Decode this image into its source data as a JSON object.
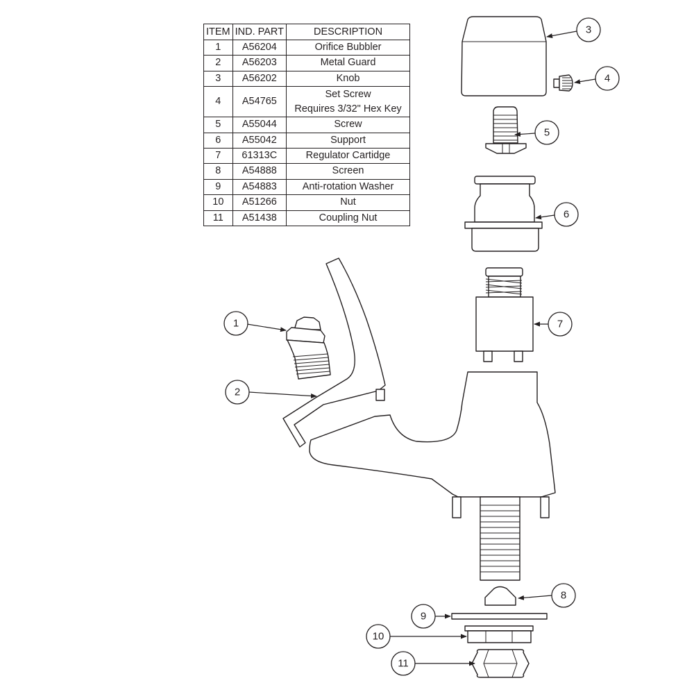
{
  "table": {
    "headers": [
      "ITEM",
      "IND. PART",
      "DESCRIPTION"
    ],
    "rows": [
      {
        "item": "1",
        "part": "A56204",
        "desc": "Orifice Bubbler"
      },
      {
        "item": "2",
        "part": "A56203",
        "desc": "Metal Guard"
      },
      {
        "item": "3",
        "part": "A56202",
        "desc": "Knob"
      },
      {
        "item": "4",
        "part": "A54765",
        "desc": "Set Screw",
        "desc2": "Requires 3/32\" Hex Key"
      },
      {
        "item": "5",
        "part": "A55044",
        "desc": "Screw"
      },
      {
        "item": "6",
        "part": "A55042",
        "desc": "Support"
      },
      {
        "item": "7",
        "part": "61313C",
        "desc": "Regulator Cartidge"
      },
      {
        "item": "8",
        "part": "A54888",
        "desc": "Screen"
      },
      {
        "item": "9",
        "part": "A54883",
        "desc": "Anti-rotation Washer"
      },
      {
        "item": "10",
        "part": "A51266",
        "desc": "Nut"
      },
      {
        "item": "11",
        "part": "A51438",
        "desc": "Coupling Nut"
      }
    ]
  },
  "callouts": [
    "1",
    "2",
    "3",
    "4",
    "5",
    "6",
    "7",
    "8",
    "9",
    "10",
    "11"
  ],
  "colors": {
    "line": "#231f20",
    "background": "#ffffff"
  }
}
